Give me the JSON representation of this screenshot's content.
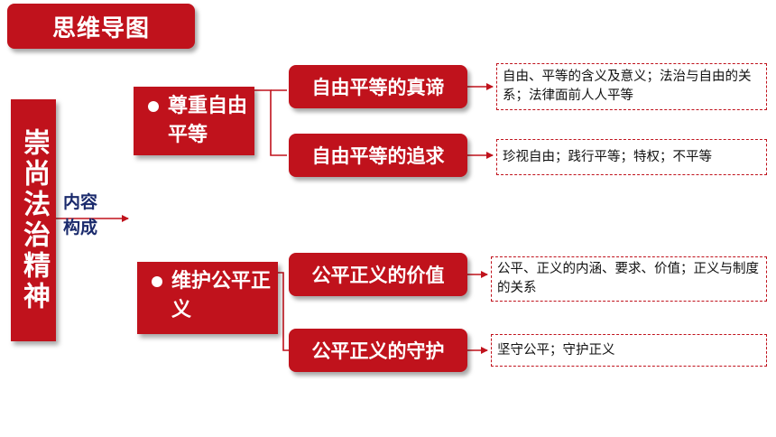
{
  "title": "思维导图",
  "root": "崇尚法治精神",
  "section_label": "内容构成",
  "branches": [
    {
      "label": "尊重自由平等",
      "subs": [
        {
          "label": "自由平等的真谛",
          "note": "自由、平等的含义及意义；法治与自由的关系；法律面前人人平等"
        },
        {
          "label": "自由平等的追求",
          "note": "珍视自由；践行平等；特权；不平等"
        }
      ]
    },
    {
      "label": "维护公平正义",
      "subs": [
        {
          "label": "公平正义的价值",
          "note": "公平、正义的内涵、要求、价值；正义与制度的关系"
        },
        {
          "label": "公平正义的守护",
          "note": "坚守公平；守护正义"
        }
      ]
    }
  ],
  "colors": {
    "accent": "#c0121c",
    "label_text": "#1a2a6c"
  }
}
